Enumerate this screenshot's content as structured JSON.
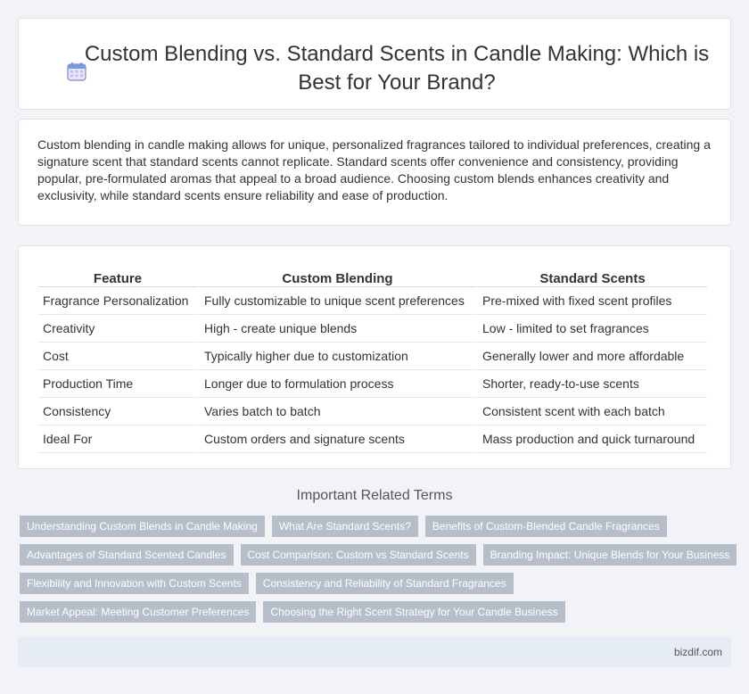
{
  "header": {
    "title": "Custom Blending vs. Standard Scents in Candle Making: Which is Best for Your Brand?",
    "icon": "calendar-icon"
  },
  "intro": "Custom blending in candle making allows for unique, personalized fragrances tailored to individual preferences, creating a signature scent that standard scents cannot replicate. Standard scents offer convenience and consistency, providing popular, pre-formulated aromas that appeal to a broad audience. Choosing custom blends enhances creativity and exclusivity, while standard scents ensure reliability and ease of production.",
  "table": {
    "headers": [
      "Feature",
      "Custom Blending",
      "Standard Scents"
    ],
    "rows": [
      [
        "Fragrance Personalization",
        "Fully customizable to unique scent preferences",
        "Pre-mixed with fixed scent profiles"
      ],
      [
        "Creativity",
        "High - create unique blends",
        "Low - limited to set fragrances"
      ],
      [
        "Cost",
        "Typically higher due to customization",
        "Generally lower and more affordable"
      ],
      [
        "Production Time",
        "Longer due to formulation process",
        "Shorter, ready-to-use scents"
      ],
      [
        "Consistency",
        "Varies batch to batch",
        "Consistent scent with each batch"
      ],
      [
        "Ideal For",
        "Custom orders and signature scents",
        "Mass production and quick turnaround"
      ]
    ]
  },
  "related": {
    "title": "Important Related Terms",
    "tags": [
      [
        "Understanding Custom Blends in Candle Making",
        "What Are Standard Scents?",
        "Benefits of Custom-Blended Candle Fragrances"
      ],
      [
        "Advantages of Standard Scented Candles",
        "Cost Comparison: Custom vs Standard Scents",
        "Branding Impact: Unique Blends for Your Business"
      ],
      [
        "Flexibility and Innovation with Custom Scents",
        "Consistency and Reliability of Standard Fragrances"
      ],
      [
        "Market Appeal: Meeting Customer Preferences",
        "Choosing the Right Scent Strategy for Your Candle Business"
      ]
    ]
  },
  "footer": {
    "site": "bizdif.com"
  },
  "colors": {
    "tag_bg": "#b6bfc9",
    "footer_bg": "#e6ecf5",
    "page_bg": "#f1f3f6"
  }
}
